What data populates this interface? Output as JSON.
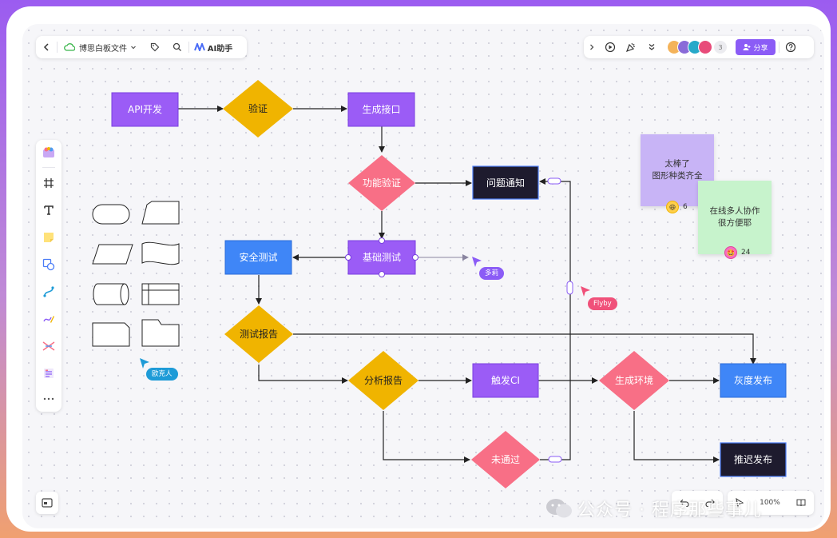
{
  "toolbar_left": {
    "file_name": "博思白板文件",
    "ai_label": "AI助手"
  },
  "toolbar_right": {
    "collaborator_count": "3",
    "share_label": "分享"
  },
  "flow": {
    "api_dev": "API开发",
    "verify": "验证",
    "gen_api": "生成接口",
    "func_verify": "功能验证",
    "issue_notify": "问题通知",
    "basic_test": "基础测试",
    "security_test": "安全测试",
    "test_report": "测试报告",
    "analyze_report": "分析报告",
    "trigger_ci": "触发CI",
    "gen_env": "生成环境",
    "gray_release": "灰度发布",
    "not_passed": "未通过",
    "delay_release": "推迟发布"
  },
  "stickies": {
    "purple_line1": "太棒了",
    "purple_line2": "图形种类齐全",
    "purple_count": "6",
    "green_line1": "在线多人协作",
    "green_line2": "很方便耶",
    "green_count": "24"
  },
  "cursors": {
    "c1": "多莉",
    "c2": "Flyby",
    "c3": "欧克人"
  },
  "bottom": {
    "zoom": "100%"
  },
  "watermark": "公众号 · 程序那些事儿",
  "colors": {
    "purple_node": "#9b5cf6",
    "yellow_decision": "#f0b400",
    "pink_decision": "#f86f86",
    "blue_node": "#3f86f7",
    "dark_node": "#1e1b2e"
  }
}
